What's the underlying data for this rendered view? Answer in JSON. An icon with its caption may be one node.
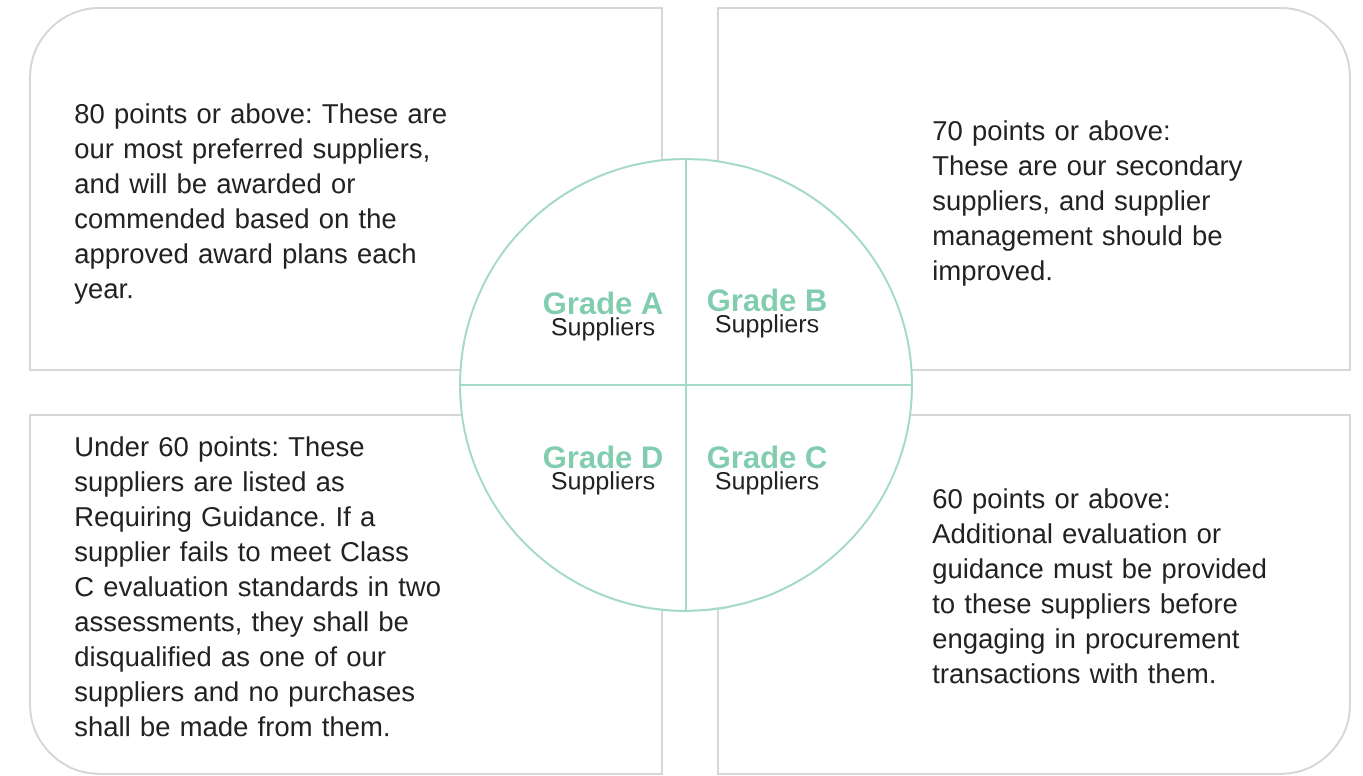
{
  "diagram": {
    "nodes": [
      {
        "text": [
          "80 points or above: These are our most preferred suppliers, and will be awarded or commended based on the approved award plans each year."
        ]
      },
      {
        "text": [
          "70 points or above:",
          "These are our secondary suppliers, and supplier management should be improved."
        ]
      },
      {
        "text": [
          "Under 60 points: These suppliers are listed as Requiring Guidance. If a supplier fails to meet Class C evaluation standards in two assessments, they shall be disqualified as one of our suppliers and no purchases shall be made from them."
        ]
      },
      {
        "text": [
          "60 points or above:",
          "Additional evaluation or guidance must be provided to these suppliers before engaging in procurement transactions with them."
        ]
      },
      {
        "text": [],
        "shape": "circle"
      },
      {
        "text": [
          "Grade A",
          "Suppliers"
        ]
      },
      {
        "text": [
          "Grade B",
          "Suppliers"
        ],
        "in": 4
      },
      {
        "text": [
          "Grade D",
          "Suppliers"
        ]
      },
      {
        "text": [
          "Grade C",
          "Suppliers"
        ],
        "in": 4
      }
    ]
  }
}
